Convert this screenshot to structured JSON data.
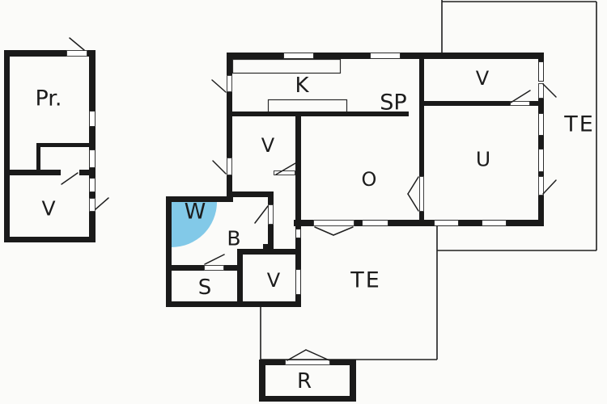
{
  "plan": {
    "type": "floor-plan",
    "colors": {
      "wall": "#1a1a1a",
      "background": "#fbfbf9",
      "shower_blue": "#82c9e8",
      "label_text": "#1c1c1c",
      "thin_line": "#1f1f1f",
      "opening_stroke": "#2b2b2b"
    },
    "rooms": [
      {
        "id": "pr",
        "label": "Pr."
      },
      {
        "id": "v-annex",
        "label": "V"
      },
      {
        "id": "k",
        "label": "K"
      },
      {
        "id": "sp",
        "label": "SP"
      },
      {
        "id": "v-top",
        "label": "V"
      },
      {
        "id": "te-right",
        "label": "TE"
      },
      {
        "id": "u",
        "label": "U"
      },
      {
        "id": "o",
        "label": "O"
      },
      {
        "id": "v-hall",
        "label": "V"
      },
      {
        "id": "w",
        "label": "W"
      },
      {
        "id": "b",
        "label": "B"
      },
      {
        "id": "s",
        "label": "S"
      },
      {
        "id": "v-bottom",
        "label": "V"
      },
      {
        "id": "te-bottom",
        "label": "TE"
      },
      {
        "id": "r",
        "label": "R"
      }
    ]
  }
}
